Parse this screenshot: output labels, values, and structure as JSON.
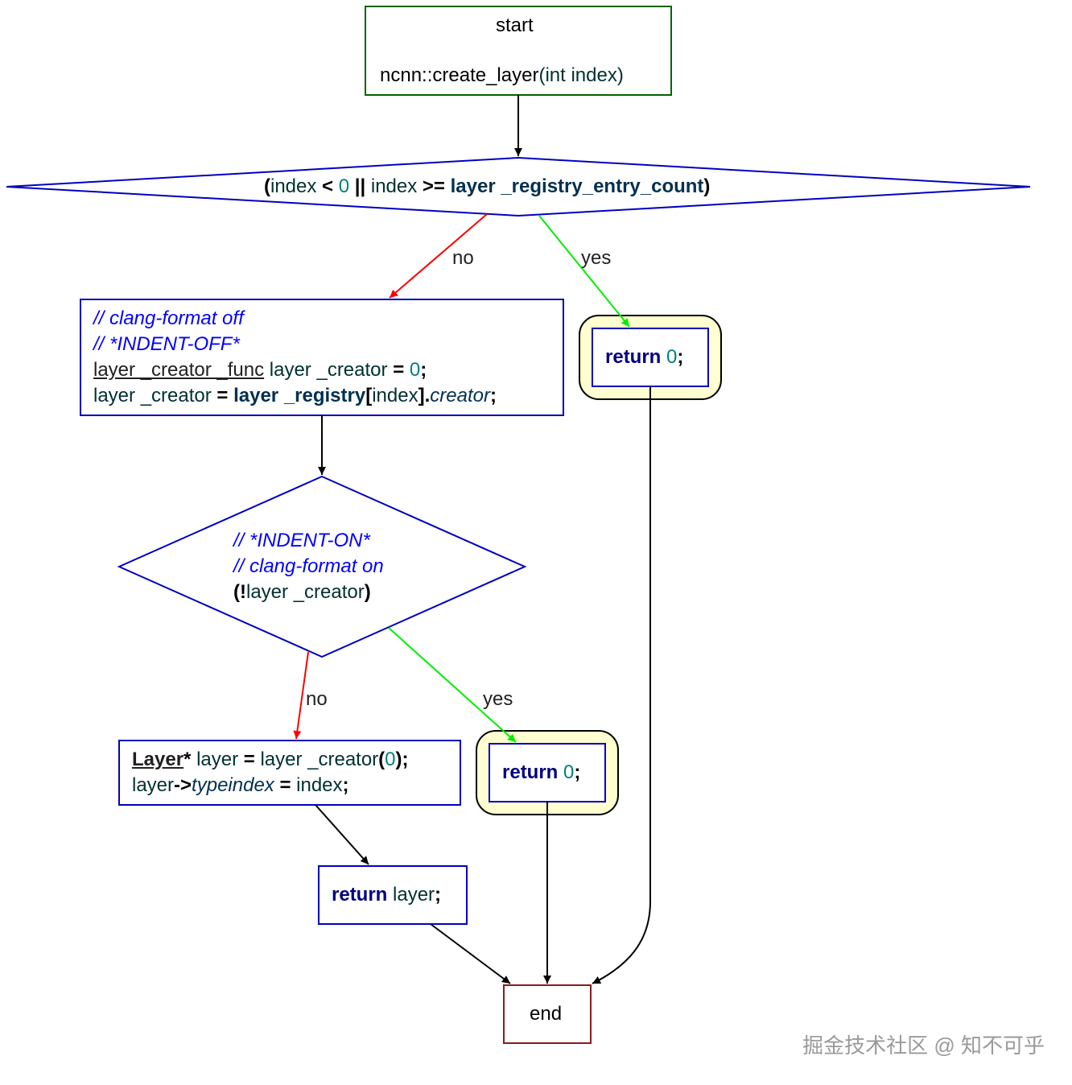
{
  "nodes": {
    "start": {
      "line1": "start",
      "line2": [
        {
          "t": "ncnn::create_layer",
          "c": "c-txt"
        },
        {
          "t": "(int index)",
          "c": "c-id"
        }
      ]
    },
    "cond1": [
      [
        {
          "t": "(",
          "c": "c-op"
        },
        {
          "t": "index ",
          "c": "c-id"
        },
        {
          "t": "< ",
          "c": "c-op"
        },
        {
          "t": "0 ",
          "c": "c-num"
        },
        {
          "t": "|| ",
          "c": "c-op"
        },
        {
          "t": "index ",
          "c": "c-id"
        },
        {
          "t": ">= ",
          "c": "c-op"
        },
        {
          "t": "layer _registry_entry_count",
          "c": "c-idb"
        },
        {
          "t": ")",
          "c": "c-op"
        }
      ]
    ],
    "block1": [
      [
        {
          "t": "// clang-format off",
          "c": "c-cmt"
        }
      ],
      [
        {
          "t": "// *INDENT-OFF*",
          "c": "c-cmt"
        }
      ],
      [
        {
          "t": "layer _creator _func",
          "c": "c-ty"
        },
        {
          "t": " layer _creator ",
          "c": "c-id"
        },
        {
          "t": "= ",
          "c": "c-op"
        },
        {
          "t": "0",
          "c": "c-num"
        },
        {
          "t": ";",
          "c": "c-op"
        }
      ],
      [
        {
          "t": "layer _creator ",
          "c": "c-id"
        },
        {
          "t": "= ",
          "c": "c-op"
        },
        {
          "t": "layer _registry",
          "c": "c-idb"
        },
        {
          "t": "[",
          "c": "c-op"
        },
        {
          "t": "index",
          "c": "c-id"
        },
        {
          "t": "].",
          "c": "c-op"
        },
        {
          "t": "creator",
          "c": "c-it"
        },
        {
          "t": ";",
          "c": "c-op"
        }
      ]
    ],
    "return0a": [
      [
        {
          "t": "return ",
          "c": "c-kw"
        },
        {
          "t": "0",
          "c": "c-num"
        },
        {
          "t": ";",
          "c": "c-op"
        }
      ]
    ],
    "cond2": [
      [
        {
          "t": "// *INDENT-ON*",
          "c": "c-cmt"
        }
      ],
      [
        {
          "t": "// clang-format on",
          "c": "c-cmt"
        }
      ],
      [
        {
          "t": "(!",
          "c": "c-op"
        },
        {
          "t": "layer _creator",
          "c": "c-id"
        },
        {
          "t": ")",
          "c": "c-op"
        }
      ]
    ],
    "block2": [
      [
        {
          "t": "Layer",
          "c": "c-tyb"
        },
        {
          "t": "* ",
          "c": "c-op"
        },
        {
          "t": "layer ",
          "c": "c-id"
        },
        {
          "t": "= ",
          "c": "c-op"
        },
        {
          "t": "layer _creator",
          "c": "c-id"
        },
        {
          "t": "(",
          "c": "c-op"
        },
        {
          "t": "0",
          "c": "c-num"
        },
        {
          "t": ");",
          "c": "c-op"
        }
      ],
      [
        {
          "t": "layer",
          "c": "c-id"
        },
        {
          "t": "->",
          "c": "c-op"
        },
        {
          "t": "typeindex",
          "c": "c-it"
        },
        {
          "t": " = ",
          "c": "c-op"
        },
        {
          "t": "index",
          "c": "c-id"
        },
        {
          "t": ";",
          "c": "c-op"
        }
      ]
    ],
    "return0b": [
      [
        {
          "t": "return ",
          "c": "c-kw"
        },
        {
          "t": "0",
          "c": "c-num"
        },
        {
          "t": ";",
          "c": "c-op"
        }
      ]
    ],
    "returnLayer": [
      [
        {
          "t": "return ",
          "c": "c-kw"
        },
        {
          "t": "layer",
          "c": "c-id"
        },
        {
          "t": ";",
          "c": "c-op"
        }
      ]
    ],
    "end": "end"
  },
  "edge_labels": {
    "cond1_no": "no",
    "cond1_yes": "yes",
    "cond2_no": "no",
    "cond2_yes": "yes"
  },
  "colors": {
    "start_border": "#006400",
    "node_border": "#0000c0",
    "end_border": "#8b1a1a",
    "return_highlight": "#ffffd0",
    "edge_default": "#000000",
    "edge_no": "#ff0000",
    "edge_yes": "#00ee00"
  },
  "watermark": "掘金技术社区 @ 知不可乎"
}
